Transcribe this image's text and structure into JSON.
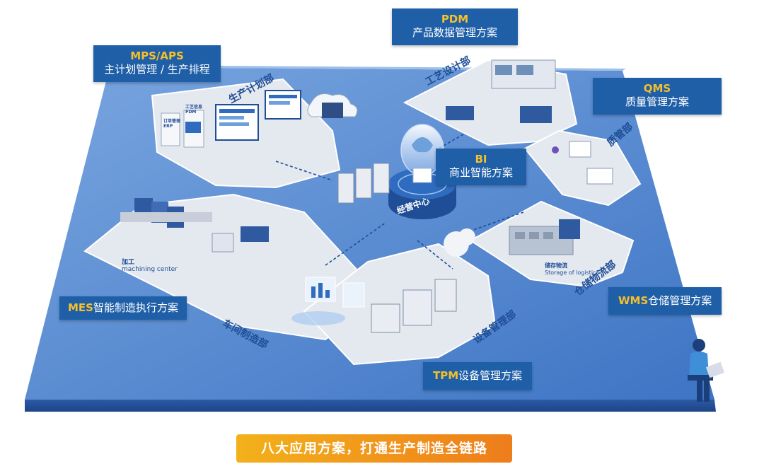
{
  "solutions": {
    "pdm": {
      "code": "PDM",
      "name": "产品数据管理方案"
    },
    "mps": {
      "code": "MPS/APS",
      "name": "主计划管理 / 生产排程"
    },
    "qms": {
      "code": "QMS",
      "name": "质量管理方案"
    },
    "bi": {
      "code": "BI",
      "name": "商业智能方案"
    },
    "mes": {
      "code": "MES",
      "name": "智能制造执行方案"
    },
    "wms": {
      "code": "WMS",
      "name": "仓储管理方案"
    },
    "tpm": {
      "code": "TPM",
      "name": "设备管理方案"
    }
  },
  "departments": {
    "production_planning": "生产计划部",
    "process_design": "工艺设计部",
    "quality": "质管部",
    "operations_center": "经营中心",
    "warehouse_logistics": "仓储物流部",
    "workshop": "车间制造部",
    "equipment": "设备管理部"
  },
  "small_labels": {
    "machining_cn": "加工",
    "machining_en": "machining center",
    "storage_cn": "储存物流",
    "storage_en": "Storage of logistics",
    "order_erp": "订单管理",
    "order_erp2": "ERP",
    "process_pdm": "工艺信息",
    "process_pdm2": "PDM"
  },
  "banner": "八大应用方案，打通生产制造全链路",
  "colors": {
    "platform": "#5b8fd3",
    "label_bg": "#1f5fa8",
    "code": "#f6c02a",
    "banner_start": "#f3b11b",
    "banner_end": "#ee7d1b"
  }
}
